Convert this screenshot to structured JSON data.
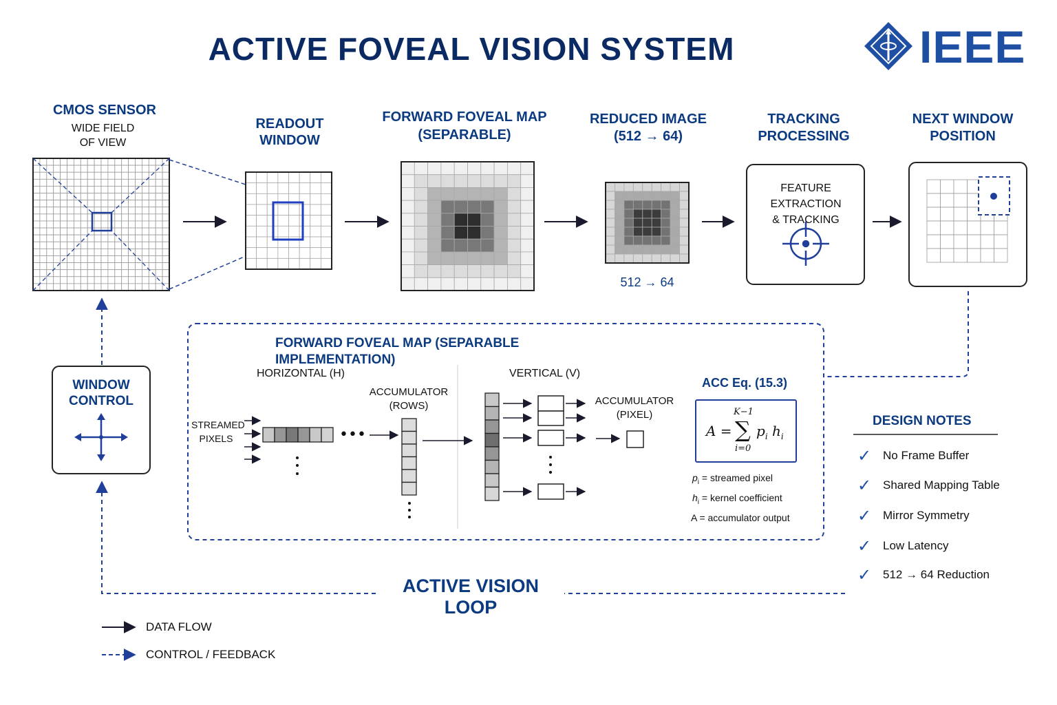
{
  "header": {
    "title": "ACTIVE FOVEAL VISION SYSTEM",
    "logo_text": "IEEE"
  },
  "stages": {
    "cmos": {
      "title": "CMOS SENSOR",
      "sub1": "WIDE FIELD",
      "sub2": "OF VIEW"
    },
    "readout": {
      "title": "READOUT WINDOW"
    },
    "forward": {
      "line1": "FORWARD FOVEAL MAP",
      "line2": "(SEPARABLE)"
    },
    "reduced": {
      "line1": "REDUCED IMAGE",
      "line2": "(512 → 64)",
      "caption": "512 → 64"
    },
    "tracking": {
      "line1": "TRACKING",
      "line2": "PROCESSING",
      "box_line1": "FEATURE EXTRACTION",
      "box_line2": "& TRACKING"
    },
    "next": {
      "line1": "NEXT WINDOW",
      "line2": "POSITION"
    }
  },
  "window_control": {
    "line1": "WINDOW",
    "line2": "CONTROL"
  },
  "separable": {
    "title": "FORWARD FOVEAL MAP (SEPARABLE IMPLEMENTATION)",
    "horizontal": "HORIZONTAL (H)",
    "vertical": "VERTICAL (V)",
    "streamed1": "STREAMED",
    "streamed2": "PIXELS",
    "acc_rows1": "ACCUMULATOR",
    "acc_rows2": "(ROWS)",
    "acc_pix1": "ACCUMULATOR",
    "acc_pix2": "(PIXEL)",
    "eq_title": "ACC Eq. (15.3)",
    "eq_lhs": "A =",
    "eq_upper": "K−1",
    "eq_lower": "i=0",
    "eq_sigma": "∑",
    "eq_term": "p",
    "eq_term_sub": "i",
    "eq_term2": "h",
    "eq_term2_sub": "i",
    "def1_sym": "p",
    "def1_sub": "i",
    "def1_text": " = streamed pixel",
    "def2_sym": "h",
    "def2_sub": "i",
    "def2_text": " = kernel coefficient",
    "def3": "A = accumulator output"
  },
  "notes": {
    "title": "DESIGN NOTES",
    "items": [
      "No Frame Buffer",
      "Shared Mapping Table",
      "Mirror Symmetry",
      "Low Latency",
      "512 → 64 Reduction"
    ],
    "check": "✓"
  },
  "loop_label": "ACTIVE VISION LOOP",
  "legend": {
    "data_flow": "DATA FLOW",
    "control": "CONTROL / FEEDBACK"
  },
  "colors": {
    "navy": "#0b2a63",
    "accent": "#1f3f9a",
    "grid": "#9a9a9a"
  }
}
